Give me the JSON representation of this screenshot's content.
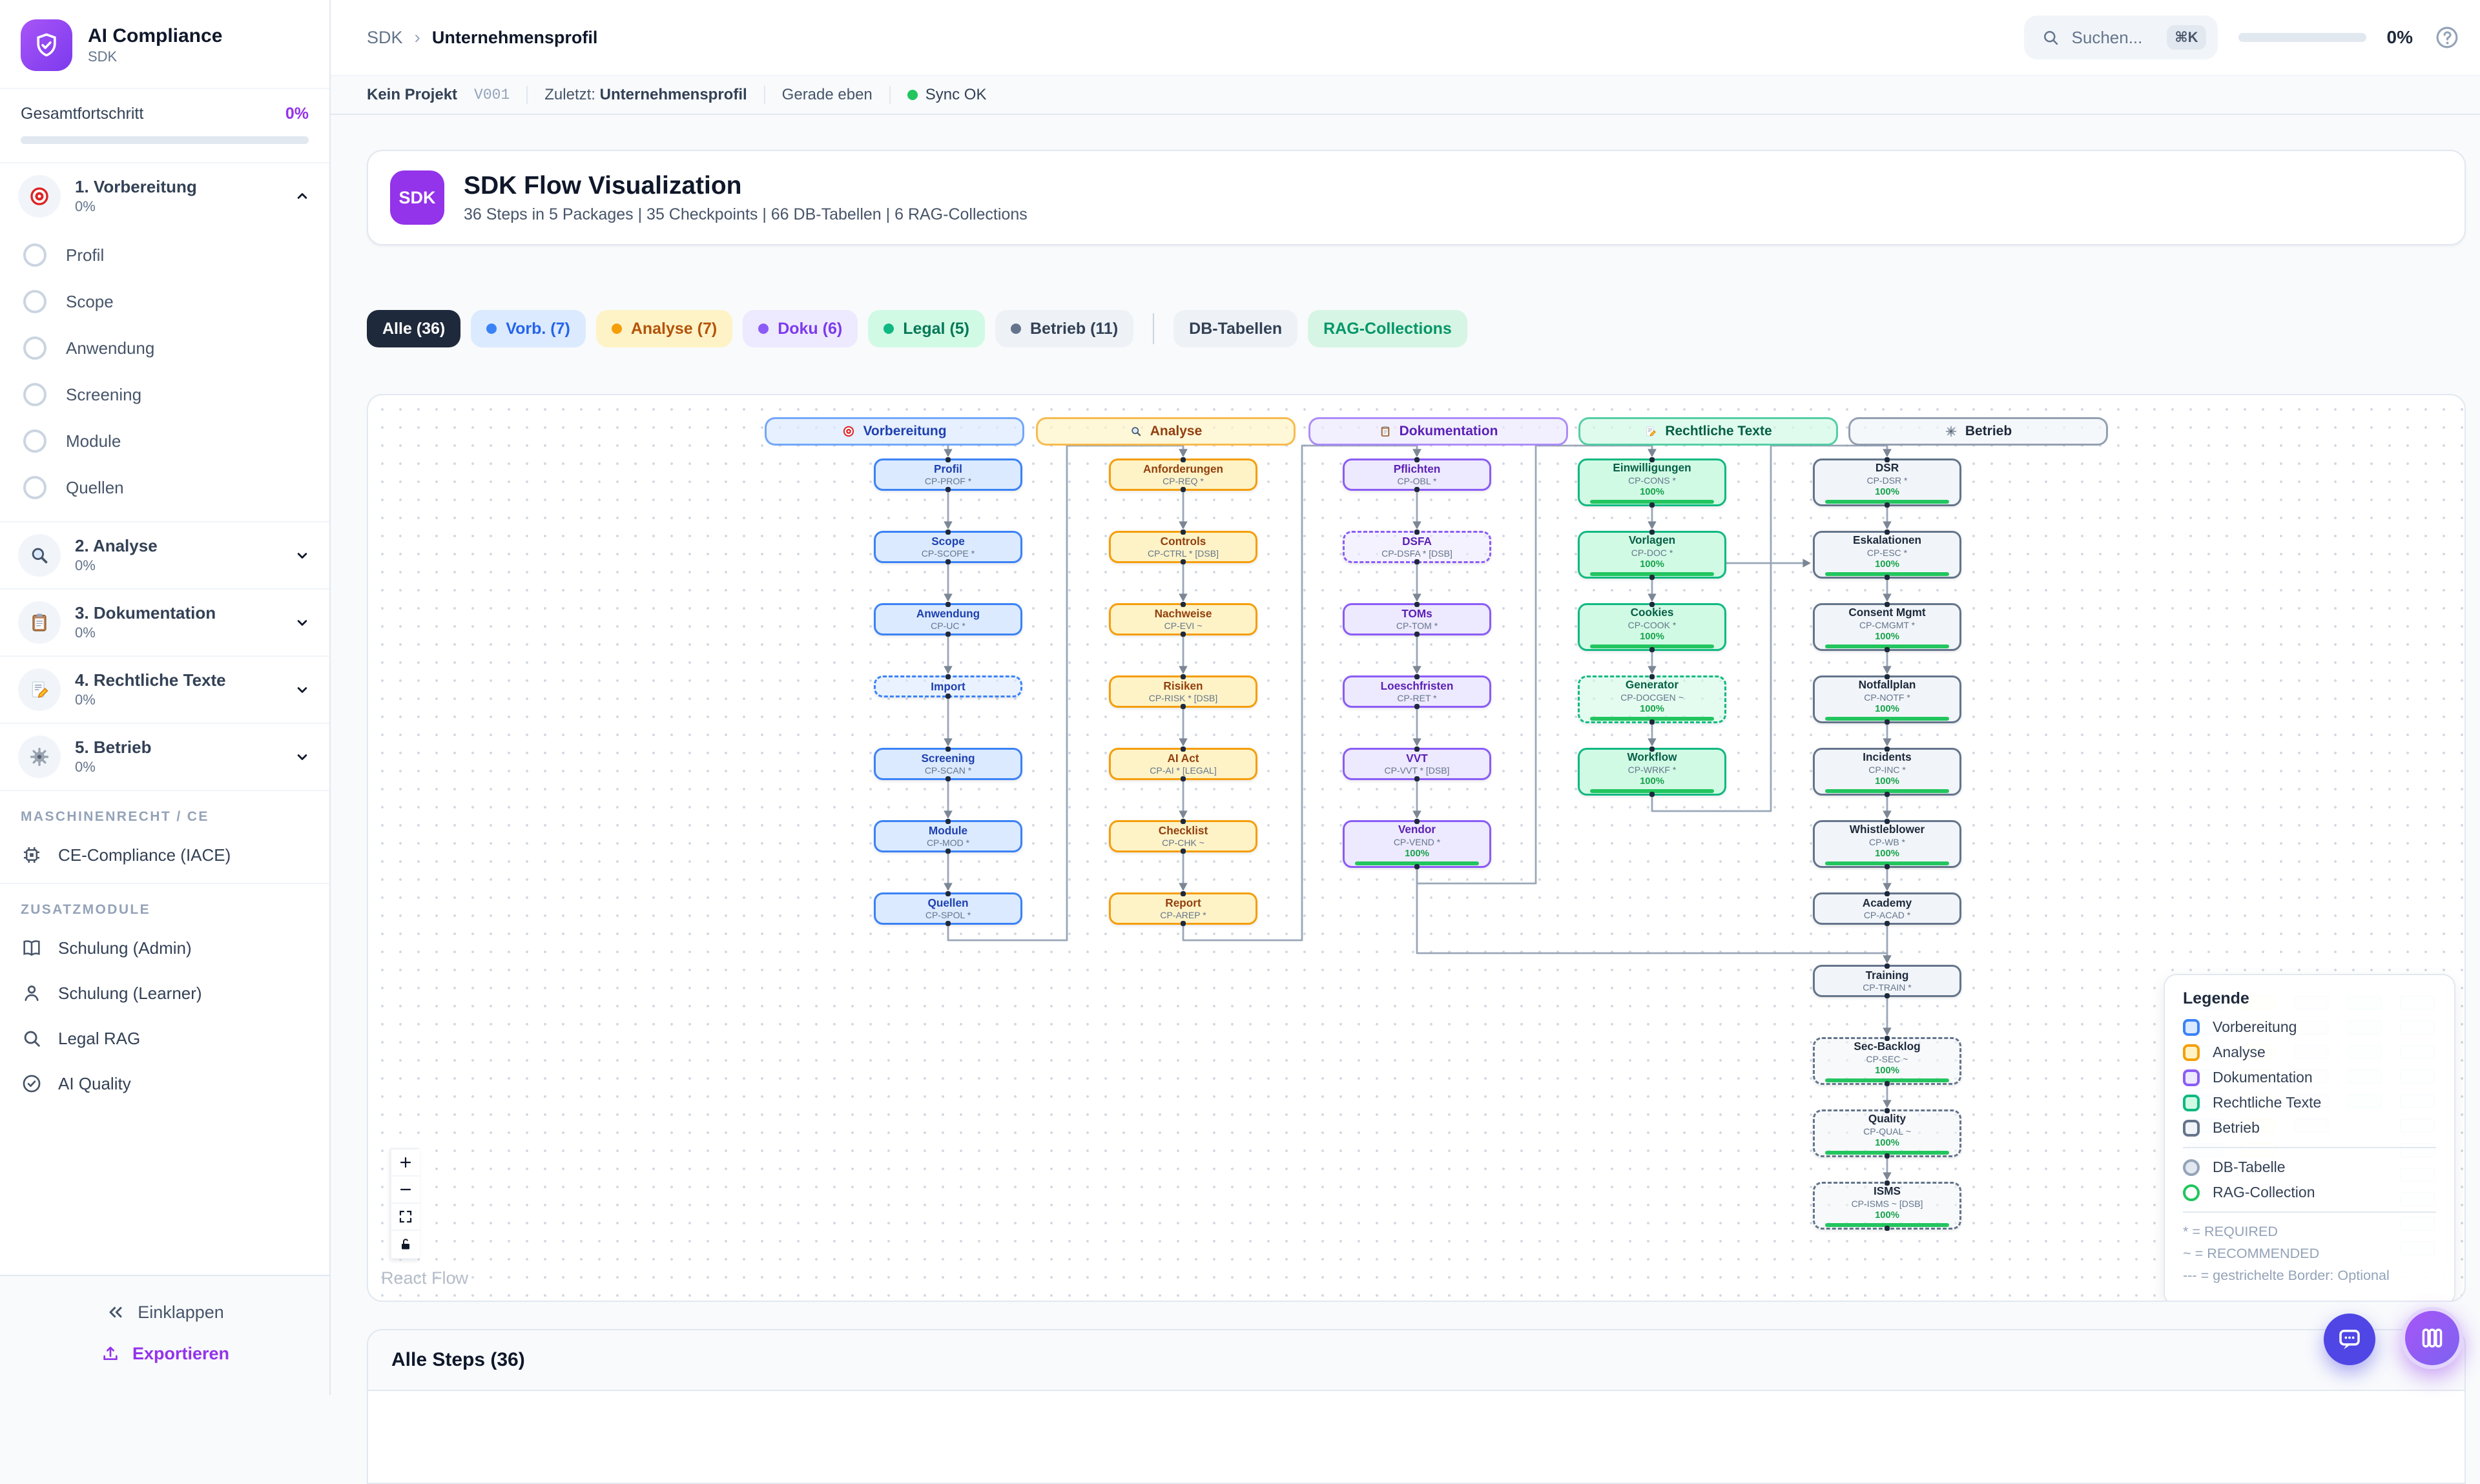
{
  "sidebar": {
    "app_title": "AI Compliance",
    "app_subtitle": "SDK",
    "overall_progress_label": "Gesamtfortschritt",
    "overall_progress_value": "0%",
    "sections": [
      {
        "label": "1. Vorbereitung",
        "icon": "target",
        "pct": "0%",
        "expanded": true,
        "children": [
          "Profil",
          "Scope",
          "Anwendung",
          "Screening",
          "Module",
          "Quellen"
        ]
      },
      {
        "label": "2. Analyse",
        "icon": "magnifier",
        "pct": "0%",
        "expanded": false,
        "children": []
      },
      {
        "label": "3. Dokumentation",
        "icon": "clipboard",
        "pct": "0%",
        "expanded": false,
        "children": []
      },
      {
        "label": "4. Rechtliche Texte",
        "icon": "memo",
        "pct": "0%",
        "expanded": false,
        "children": []
      },
      {
        "label": "5. Betrieb",
        "icon": "gear",
        "pct": "0%",
        "expanded": false,
        "children": []
      }
    ],
    "group1_label": "MASCHINENRECHT / CE",
    "group1_items": [
      {
        "label": "CE-Compliance (IACE)",
        "icon": "cpu"
      }
    ],
    "group2_label": "ZUSATZMODULE",
    "group2_items": [
      {
        "label": "Schulung (Admin)",
        "icon": "book"
      },
      {
        "label": "Schulung (Learner)",
        "icon": "person"
      },
      {
        "label": "Legal RAG",
        "icon": "search"
      },
      {
        "label": "AI Quality",
        "icon": "check-circle"
      }
    ],
    "collapse_label": "Einklappen",
    "export_label": "Exportieren"
  },
  "header": {
    "breadcrumb": [
      "SDK",
      "Unternehmensprofil"
    ],
    "search_placeholder": "Suchen...",
    "search_shortcut": "⌘K",
    "progress_value": "0%"
  },
  "statusbar": {
    "project": "Kein Projekt",
    "version": "V001",
    "last_label": "Zuletzt:",
    "last_value": "Unternehmensprofil",
    "time": "Gerade eben",
    "sync": "Sync OK"
  },
  "title_card": {
    "badge": "SDK",
    "title": "SDK Flow Visualization",
    "subtitle": "36 Steps in 5 Packages | 35 Checkpoints | 66 DB-Tabellen | 6 RAG-Collections"
  },
  "filters": [
    {
      "label": "Alle (36)",
      "style": "dark"
    },
    {
      "label": "Vorb. (7)",
      "style": "blue",
      "dot": "#3b82f6"
    },
    {
      "label": "Analyse (7)",
      "style": "yellow",
      "dot": "#f59e0b"
    },
    {
      "label": "Doku (6)",
      "style": "purple",
      "dot": "#8b5cf6"
    },
    {
      "label": "Legal (5)",
      "style": "green",
      "dot": "#10b981"
    },
    {
      "label": "Betrieb (11)",
      "style": "slate",
      "dot": "#64748b"
    },
    {
      "label": "DB-Tabellen",
      "style": "plain",
      "divider_before": true
    },
    {
      "label": "RAG-Collections",
      "style": "rag"
    }
  ],
  "colors": {
    "accent": "#9333ea",
    "progress_fill": "#22c55e",
    "sync_ok": "#22c55e",
    "edge": "#9aa7b8",
    "blue": {
      "border": "#3b82f6",
      "bg": "#dbeafe",
      "bgd": "#dbeafe99",
      "text": "#1e40af"
    },
    "yellow": {
      "border": "#f59e0b",
      "bg": "#fef3c7",
      "bgd": "#fef3c799",
      "text": "#92400e"
    },
    "purple": {
      "border": "#8b5cf6",
      "bg": "#ede9fe",
      "bgd": "#ede9fe99",
      "text": "#5b21b6"
    },
    "green": {
      "border": "#10b981",
      "bg": "#d1fae5",
      "bgd": "#d1fae599",
      "text": "#065f46"
    },
    "slate": {
      "border": "#64748b",
      "bg": "#f1f5f9",
      "bgd": "#f1f5f999",
      "text": "#1e293b"
    }
  },
  "flow": {
    "columns": [
      {
        "name": "Vorbereitung",
        "icon": "target",
        "color": "blue",
        "nodes": [
          {
            "label": "Profil",
            "code": "CP-PROF *"
          },
          {
            "label": "Scope",
            "code": "CP-SCOPE *"
          },
          {
            "label": "Anwendung",
            "code": "CP-UC *"
          },
          {
            "label": "Import",
            "dashed": true
          },
          {
            "label": "Screening",
            "code": "CP-SCAN *"
          },
          {
            "label": "Module",
            "code": "CP-MOD *"
          },
          {
            "label": "Quellen",
            "code": "CP-SPOL *"
          }
        ]
      },
      {
        "name": "Analyse",
        "icon": "magnifier",
        "color": "yellow",
        "nodes": [
          {
            "label": "Anforderungen",
            "code": "CP-REQ *"
          },
          {
            "label": "Controls",
            "code": "CP-CTRL * [DSB]"
          },
          {
            "label": "Nachweise",
            "code": "CP-EVI ~"
          },
          {
            "label": "Risiken",
            "code": "CP-RISK * [DSB]"
          },
          {
            "label": "AI Act",
            "code": "CP-AI * [LEGAL]"
          },
          {
            "label": "Checklist",
            "code": "CP-CHK ~"
          },
          {
            "label": "Report",
            "code": "CP-AREP *"
          }
        ]
      },
      {
        "name": "Dokumentation",
        "icon": "clipboard",
        "color": "purple",
        "nodes": [
          {
            "label": "Pflichten",
            "code": "CP-OBL *"
          },
          {
            "label": "DSFA",
            "code": "CP-DSFA * [DSB]",
            "dashed": true
          },
          {
            "label": "TOMs",
            "code": "CP-TOM *"
          },
          {
            "label": "Loeschfristen",
            "code": "CP-RET *"
          },
          {
            "label": "VVT",
            "code": "CP-VVT * [DSB]"
          },
          {
            "label": "Vendor",
            "code": "CP-VEND *",
            "progress": "100%"
          }
        ]
      },
      {
        "name": "Rechtliche Texte",
        "icon": "memo",
        "color": "green",
        "nodes": [
          {
            "label": "Einwilligungen",
            "code": "CP-CONS *",
            "progress": "100%"
          },
          {
            "label": "Vorlagen",
            "code": "CP-DOC *",
            "progress": "100%"
          },
          {
            "label": "Cookies",
            "code": "CP-COOK *",
            "progress": "100%"
          },
          {
            "label": "Generator",
            "code": "CP-DOCGEN ~",
            "progress": "100%",
            "dashed": true
          },
          {
            "label": "Workflow",
            "code": "CP-WRKF *",
            "progress": "100%"
          }
        ]
      },
      {
        "name": "Betrieb",
        "icon": "gear",
        "color": "slate",
        "nodes": [
          {
            "label": "DSR",
            "code": "CP-DSR *",
            "progress": "100%"
          },
          {
            "label": "Eskalationen",
            "code": "CP-ESC *",
            "progress": "100%"
          },
          {
            "label": "Consent Mgmt",
            "code": "CP-CMGMT *",
            "progress": "100%"
          },
          {
            "label": "Notfallplan",
            "code": "CP-NOTF *",
            "progress": "100%"
          },
          {
            "label": "Incidents",
            "code": "CP-INC *",
            "progress": "100%"
          },
          {
            "label": "Whistleblower",
            "code": "CP-WB *",
            "progress": "100%"
          },
          {
            "label": "Academy",
            "code": "CP-ACAD *"
          },
          {
            "label": "Training",
            "code": "CP-TRAIN *"
          },
          {
            "label": "Sec-Backlog",
            "code": "CP-SEC ~",
            "progress": "100%",
            "dashed": true
          },
          {
            "label": "Quality",
            "code": "CP-QUAL ~",
            "progress": "100%",
            "dashed": true
          },
          {
            "label": "ISMS",
            "code": "CP-ISMS ~ [DSB]",
            "progress": "100%",
            "dashed": true
          }
        ]
      }
    ],
    "legend": {
      "title": "Legende",
      "packages": [
        {
          "label": "Vorbereitung",
          "color": "blue"
        },
        {
          "label": "Analyse",
          "color": "yellow"
        },
        {
          "label": "Dokumentation",
          "color": "purple"
        },
        {
          "label": "Rechtliche Texte",
          "color": "green"
        },
        {
          "label": "Betrieb",
          "color": "slate"
        }
      ],
      "shapes": [
        {
          "label": "DB-Tabelle",
          "kind": "db"
        },
        {
          "label": "RAG-Collection",
          "kind": "rag"
        }
      ],
      "notes": [
        "* = REQUIRED",
        "~ = RECOMMENDED",
        "--- = gestrichelte Border: Optional"
      ]
    },
    "attribution": "React Flow"
  },
  "steps_panel": {
    "title": "Alle Steps (36)"
  }
}
